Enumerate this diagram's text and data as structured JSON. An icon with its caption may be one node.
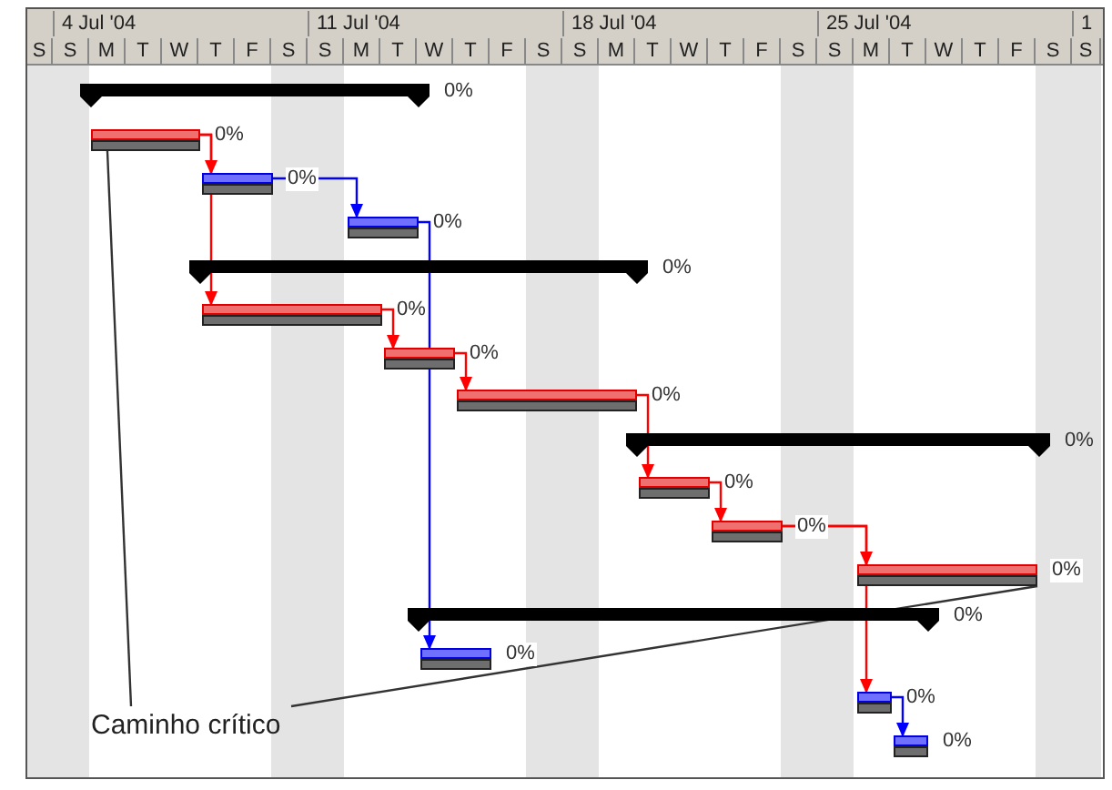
{
  "diagram": {
    "nodes": [
      {
        "text": [],
        "shape": "bar",
        "beside": [
          "0%"
        ]
      },
      {
        "text": [],
        "shape": "bar",
        "beside": [
          "0%"
        ]
      },
      {
        "text": [],
        "shape": "bar",
        "beside": [
          "0%"
        ]
      },
      {
        "text": [],
        "shape": "bar",
        "beside": [
          "0%"
        ]
      },
      {
        "text": [],
        "shape": "bar",
        "beside": [
          "0%"
        ]
      },
      {
        "text": [],
        "shape": "bar",
        "beside": [
          "0%"
        ]
      },
      {
        "text": [],
        "shape": "bar",
        "beside": [
          "0%"
        ]
      },
      {
        "text": [],
        "shape": "bar",
        "beside": [
          "0%"
        ]
      },
      {
        "text": [],
        "shape": "bar",
        "beside": [
          "0%"
        ]
      },
      {
        "text": [],
        "shape": "bar",
        "beside": [
          "0%"
        ]
      },
      {
        "text": [],
        "shape": "bar",
        "beside": [
          "0%"
        ]
      },
      {
        "text": [],
        "shape": "bar",
        "beside": [
          "0%"
        ]
      },
      {
        "text": [],
        "shape": "bar",
        "beside": [
          "0%"
        ]
      },
      {
        "text": [],
        "shape": "bar",
        "beside": [
          "0%"
        ]
      },
      {
        "text": [],
        "shape": "bar",
        "beside": [
          "0%"
        ]
      },
      {
        "text": [],
        "shape": "bar",
        "beside": [
          "0%"
        ]
      },
      {
        "text": [
          "Caminho crítico"
        ]
      }
    ],
    "edges": [
      {
        "from": 1,
        "to": 2,
        "arrow": "to"
      },
      {
        "from": 1,
        "to": 5,
        "arrow": "to"
      },
      {
        "from": 2,
        "to": 3,
        "arrow": "to",
        "color": "#0000ff"
      },
      {
        "from": 3,
        "to": 13,
        "arrow": "to",
        "color": "#0000ff"
      },
      {
        "from": 5,
        "to": 6,
        "arrow": "to"
      },
      {
        "from": 6,
        "to": 7,
        "arrow": "to"
      },
      {
        "from": 7,
        "to": 9,
        "arrow": "to"
      },
      {
        "from": 9,
        "to": 10,
        "arrow": "to"
      },
      {
        "from": 10,
        "to": 11,
        "arrow": "to"
      },
      {
        "from": 10,
        "to": 14,
        "arrow": "to"
      },
      {
        "from": 14,
        "to": 15,
        "arrow": "to",
        "color": "#0000ff"
      },
      {
        "from": 16,
        "to": 1,
        "arrow": "none",
        "color": "#333333"
      },
      {
        "from": 16,
        "to": 11,
        "arrow": "none",
        "color": "#333333"
      }
    ],
    "labels": [
      "4 Jul '04",
      "11 Jul '04",
      "18 Jul '04",
      "25 Jul '04",
      "1",
      "S",
      "S",
      "M",
      "T",
      "W",
      "T",
      "F",
      "S",
      "S",
      "M",
      "T",
      "W",
      "T",
      "F",
      "S",
      "S",
      "M",
      "T",
      "W",
      "T",
      "F",
      "S",
      "S",
      "M",
      "T",
      "W",
      "T",
      "F",
      "S",
      "S"
    ]
  }
}
